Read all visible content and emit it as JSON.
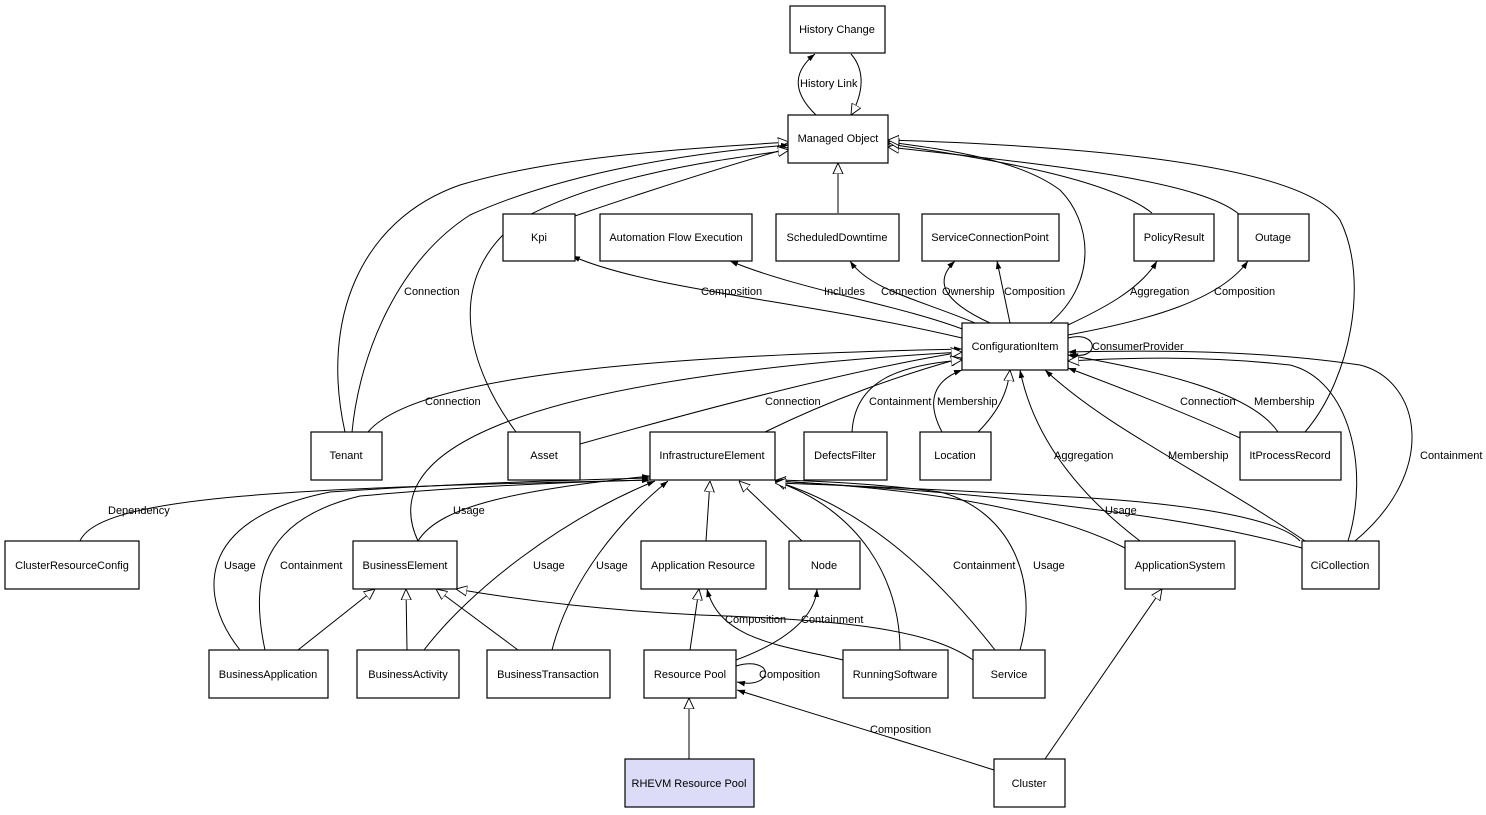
{
  "nodes": {
    "history_change": "History Change",
    "managed_object": "Managed Object",
    "kpi": "Kpi",
    "automation_flow_execution": "Automation Flow Execution",
    "scheduled_downtime": "ScheduledDowntime",
    "service_connection_point": "ServiceConnectionPoint",
    "policy_result": "PolicyResult",
    "outage": "Outage",
    "configuration_item": "ConfigurationItem",
    "tenant": "Tenant",
    "asset": "Asset",
    "infrastructure_element": "InfrastructureElement",
    "defects_filter": "DefectsFilter",
    "location": "Location",
    "it_process_record": "ItProcessRecord",
    "cluster_resource_config": "ClusterResourceConfig",
    "business_element": "BusinessElement",
    "application_resource": "Application Resource",
    "node": "Node",
    "application_system": "ApplicationSystem",
    "ci_collection": "CiCollection",
    "business_application": "BusinessApplication",
    "business_activity": "BusinessActivity",
    "business_transaction": "BusinessTransaction",
    "resource_pool": "Resource Pool",
    "running_software": "RunningSoftware",
    "service": "Service",
    "rhevm_resource_pool": "RHEVM Resource Pool",
    "cluster": "Cluster"
  },
  "edge_labels": {
    "history_link": "History Link",
    "connection_tenant_mo": "Connection",
    "composition_kpi": "Composition",
    "includes": "Includes",
    "connection_sd": "Connection",
    "ownership": "Ownership",
    "composition_scp": "Composition",
    "aggregation_pr": "Aggregation",
    "composition_outage": "Composition",
    "consumer_provider": "ConsumerProvider",
    "connection_tenant_ci": "Connection",
    "connection_asset_ci": "Connection",
    "containment_df": "Containment",
    "membership_loc": "Membership",
    "connection_itpr": "Connection",
    "membership_itpr": "Membership",
    "aggregation_as": "Aggregation",
    "membership_cic": "Membership",
    "containment_cic": "Containment",
    "dependency": "Dependency",
    "usage_be": "Usage",
    "usage_ba": "Usage",
    "containment_ba": "Containment",
    "usage_bact": "Usage",
    "usage_bt": "Usage",
    "containment_svc": "Containment",
    "usage_svc": "Usage",
    "usage_cic": "Usage",
    "composition_rs": "Composition",
    "containment_node": "Containment",
    "composition_rp": "Composition",
    "composition_cluster": "Composition"
  },
  "colors": {
    "node_fill": "#ffffff",
    "highlight_fill": "#dcdcf8",
    "stroke": "#000000"
  }
}
